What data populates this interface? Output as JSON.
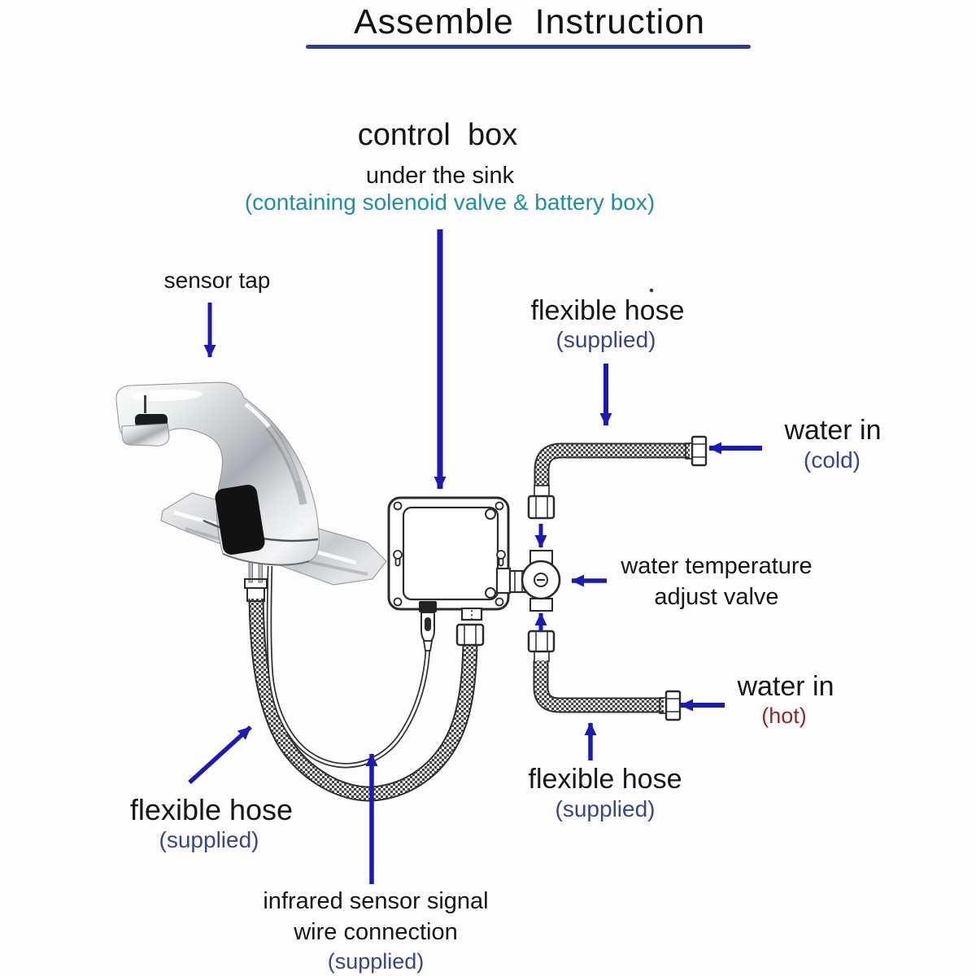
{
  "title": "Assemble  Instruction",
  "annotations": {
    "control_box": {
      "title": "control  box",
      "subtitle": "under the sink",
      "detail": "(containing solenoid valve & battery box)"
    },
    "sensor_tap": {
      "label": "sensor tap"
    },
    "hose_top_right": {
      "label": "flexible hose",
      "note": "(supplied)"
    },
    "water_in_cold": {
      "label": "water in",
      "note": "(cold)"
    },
    "temp_valve": {
      "line1": "water temperature",
      "line2": "adjust valve"
    },
    "water_in_hot": {
      "label": "water in",
      "note": "(hot)"
    },
    "hose_bottom_right": {
      "label": "flexible hose",
      "note": "(supplied)"
    },
    "hose_bottom_left": {
      "label": "flexible hose",
      "note": "(supplied)"
    },
    "signal_wire": {
      "line1": "infrared sensor signal",
      "line2": "wire connection",
      "note": "(supplied)"
    }
  },
  "colors": {
    "c-arrow": "#1b1bb3",
    "c-underline": "#333d99",
    "c-teal": "#1f8fa3",
    "c-navy": "#3a4585",
    "c-hot": "#8e2a2e",
    "c-ink": "#161616",
    "c-line": "#2b2b2b",
    "c-bg": "#fdfdfd"
  }
}
